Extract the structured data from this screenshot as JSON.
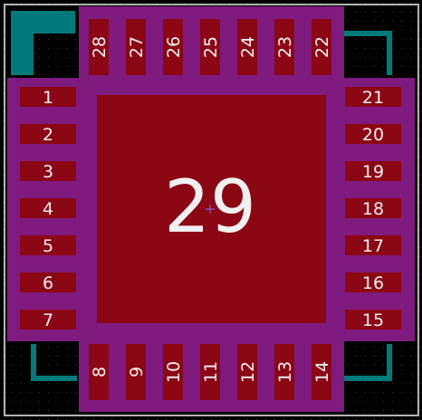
{
  "view": {
    "type": "pcb-footprint-editor",
    "footprint": "QFN-28 with exposed thermal pad",
    "colors": {
      "background": "#000000",
      "grid_dot": "#3a3a3a",
      "board_outline": "#b4b4b4",
      "soldermask": "#7f1a7f",
      "copper_pad": "#8c0714",
      "silkscreen": "#007a7a",
      "pad_text": "#f0f0f0",
      "origin_marker": "#8c64ff"
    }
  },
  "pads": {
    "left": [
      "1",
      "2",
      "3",
      "4",
      "5",
      "6",
      "7"
    ],
    "bottom": [
      "8",
      "9",
      "10",
      "11",
      "12",
      "13",
      "14"
    ],
    "right": [
      "15",
      "16",
      "17",
      "18",
      "19",
      "20",
      "21"
    ],
    "top": [
      "22",
      "23",
      "24",
      "25",
      "26",
      "27",
      "28"
    ],
    "thermal": "29"
  }
}
